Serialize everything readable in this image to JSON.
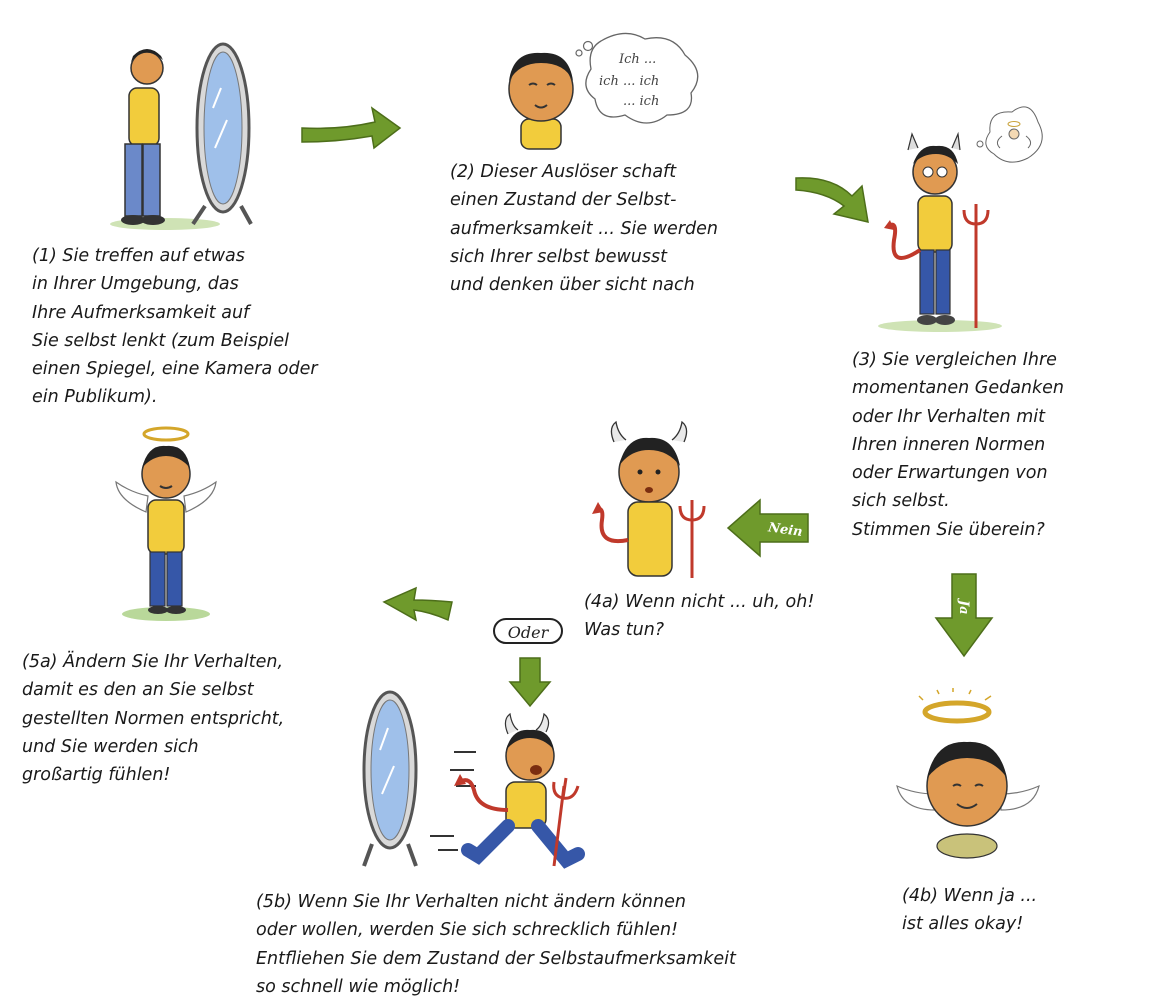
{
  "captions": {
    "step1": "(1) Sie treffen auf etwas\nin Ihrer Umgebung, das\nIhre Aufmerksamkeit auf\nSie selbst lenkt (zum Beispiel\neinen Spiegel, eine Kamera oder\nein Publikum).",
    "step2": "(2) Dieser Auslöser schaft\neinen Zustand der Selbst-\naufmerksamkeit ... Sie werden\nsich Ihrer selbst bewusst\nund denken über sicht nach",
    "step3": "(3) Sie vergleichen Ihre\nmomentanen Gedanken\noder Ihr Verhalten mit\nIhren inneren Normen\noder Erwartungen von\nsich selbst.\nStimmen Sie überein?",
    "step4a": "(4a) Wenn nicht ... uh, oh!\nWas tun?",
    "step4b": "(4b) Wenn ja ...\nist alles okay!",
    "step5a": "(5a) Ändern Sie Ihr Verhalten,\ndamit es den an Sie selbst\ngestellten Normen entspricht,\nund Sie werden sich\ngroßartig fühlen!",
    "step5b": "(5b) Wenn Sie Ihr Verhalten nicht ändern können\noder wollen, werden Sie sich schrecklich fühlen!\nEntfliehen Sie dem Zustand der Selbstaufmerksamkeit\nso schnell wie möglich!"
  },
  "thought_bubble": {
    "line1": "Ich ...",
    "line2": "ich ... ich",
    "line3": "... ich"
  },
  "arrow_labels": {
    "nein": "Nein",
    "ja": "Ja",
    "oder": "Oder"
  },
  "colors": {
    "arrow_green": "#6f9a2c",
    "shirt_yellow": "#f2cc3c",
    "pants_blue": "#3657a8",
    "skin": "#e09a52",
    "devil_red": "#c0392b",
    "mirror_blue": "#9fc0ea"
  }
}
